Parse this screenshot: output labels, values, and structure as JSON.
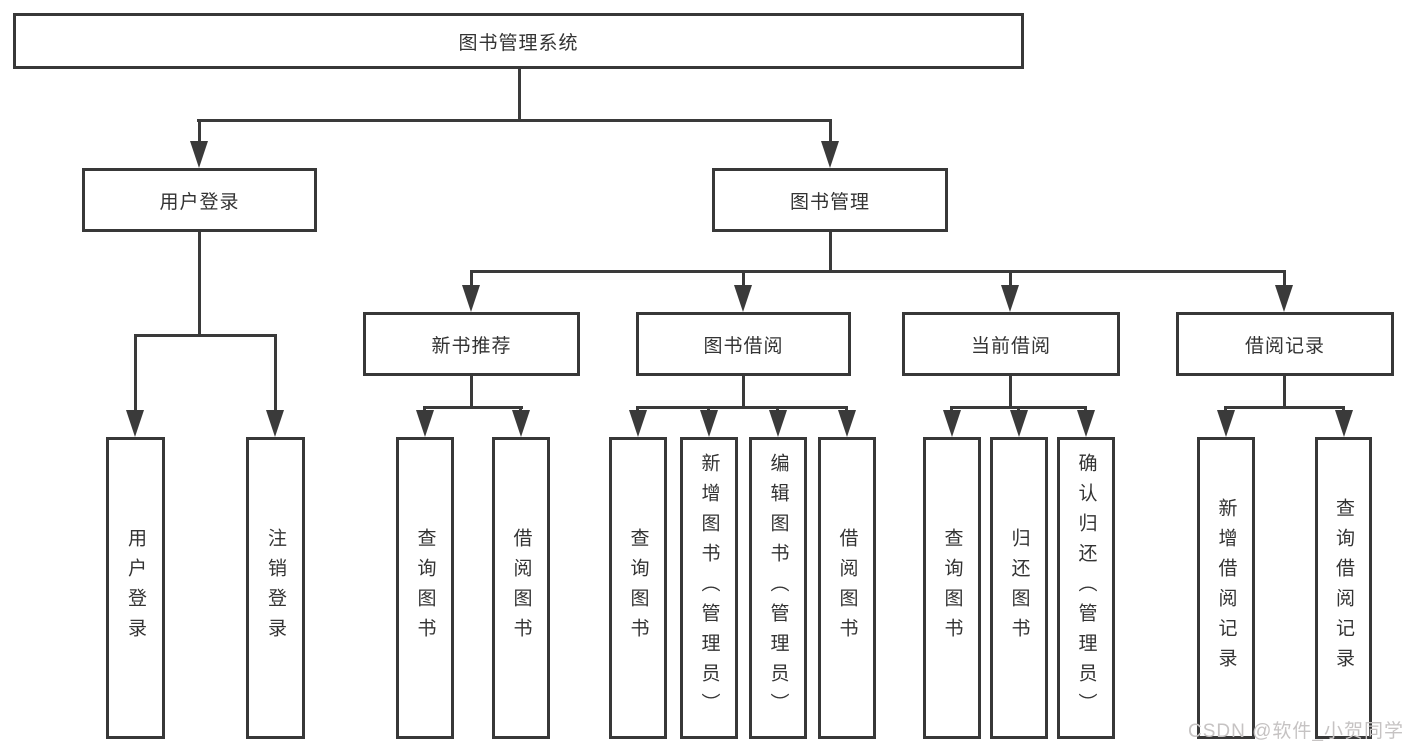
{
  "tree": {
    "root": {
      "label": "图书管理系统"
    },
    "user_login": {
      "label": "用户登录"
    },
    "book_mgmt": {
      "label": "图书管理"
    },
    "new_book_rec": {
      "label": "新书推荐"
    },
    "book_borrow": {
      "label": "图书借阅"
    },
    "current_borrow": {
      "label": "当前借阅"
    },
    "borrow_records": {
      "label": "借阅记录"
    },
    "leaf_user_login": {
      "label": "用户登录"
    },
    "leaf_logout": {
      "label": "注销登录"
    },
    "leaf_nb_query": {
      "label": "查询图书"
    },
    "leaf_nb_borrow": {
      "label": "借阅图书"
    },
    "leaf_bb_query": {
      "label": "查询图书"
    },
    "leaf_bb_add": {
      "label": "新增图书（管理员）"
    },
    "leaf_bb_edit": {
      "label": "编辑图书（管理员）"
    },
    "leaf_bb_borrow": {
      "label": "借阅图书"
    },
    "leaf_cb_query": {
      "label": "查询图书"
    },
    "leaf_cb_return": {
      "label": "归还图书"
    },
    "leaf_cb_confirm": {
      "label": "确认归还（管理员）"
    },
    "leaf_br_add": {
      "label": "新增借阅记录"
    },
    "leaf_br_query": {
      "label": "查询借阅记录"
    }
  },
  "structure": {
    "图书管理系统": [
      "用户登录",
      "图书管理"
    ],
    "用户登录": [
      "用户登录",
      "注销登录"
    ],
    "图书管理": [
      "新书推荐",
      "图书借阅",
      "当前借阅",
      "借阅记录"
    ],
    "新书推荐": [
      "查询图书",
      "借阅图书"
    ],
    "图书借阅": [
      "查询图书",
      "新增图书（管理员）",
      "编辑图书（管理员）",
      "借阅图书"
    ],
    "当前借阅": [
      "查询图书",
      "归还图书",
      "确认归还（管理员）"
    ],
    "借阅记录": [
      "新增借阅记录",
      "查询借阅记录"
    ]
  },
  "watermark": "CSDN @软件_小贺同学",
  "colors": {
    "line": "#3a3a3a",
    "text": "#333333",
    "watermark": "#c6c3c3",
    "background": "#ffffff"
  }
}
